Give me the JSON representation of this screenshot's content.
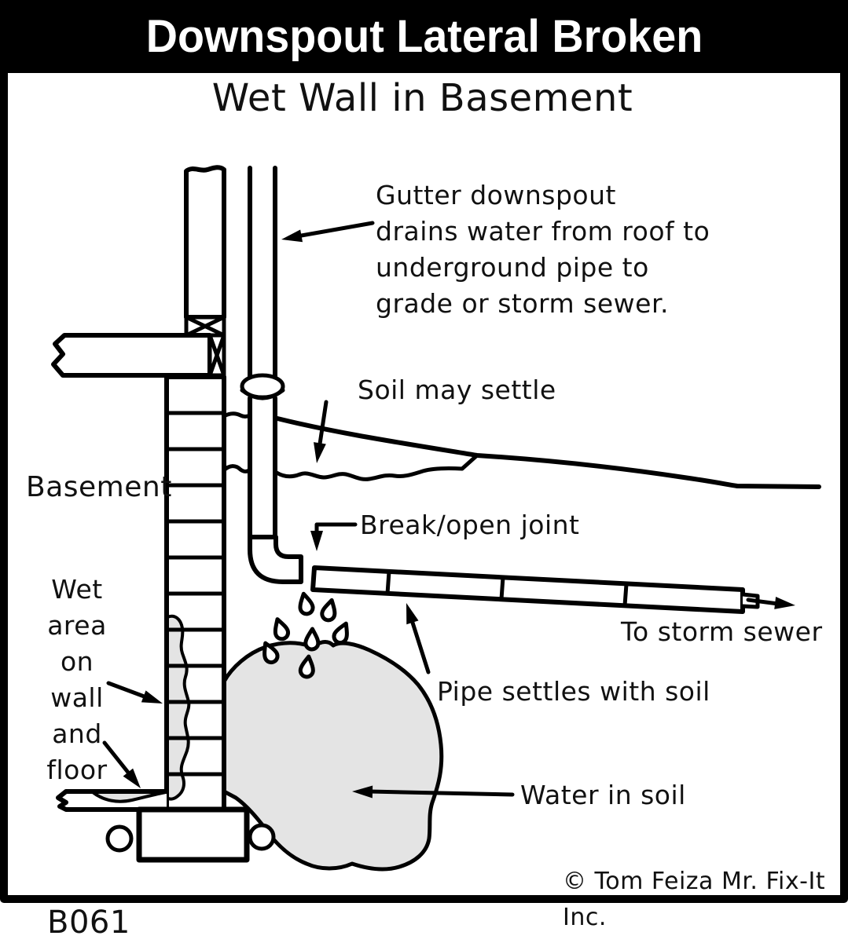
{
  "title_bar": {
    "title": "Downspout Lateral Broken"
  },
  "diagram": {
    "subtitle": "Wet Wall in Basement",
    "annotations": {
      "gutter_note": "Gutter downspout\ndrains water from roof to\nunderground pipe to\ngrade or storm sewer.",
      "soil_settle": "Soil may settle",
      "basement": "Basement",
      "break_joint": "Break/open joint",
      "storm_sewer": "To storm sewer",
      "pipe_settles": "Pipe settles with soil",
      "wet_area": "Wet\narea\non wall\nand\nfloor",
      "water_in_soil": "Water in soil"
    },
    "copyright": "© Tom Feiza Mr. Fix-It Inc."
  },
  "figure_code": "B061",
  "colors": {
    "line": "#000000",
    "water_fill": "#e4e4e4",
    "title_bg": "#000000",
    "title_fg": "#ffffff",
    "background": "#ffffff"
  }
}
